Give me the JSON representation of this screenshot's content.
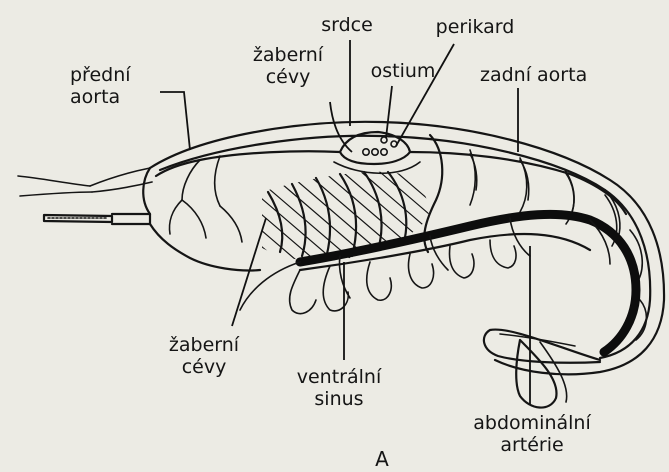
{
  "diagram": {
    "labels": {
      "srdce": "srdce",
      "perikard": "perikard",
      "zaberni_cevy_top": "žaberní\ncévy",
      "ostium": "ostium",
      "predni_aorta": "přední\naorta",
      "zadni_aorta": "zadní aorta",
      "zaberni_cevy_bottom": "žaberní\ncévy",
      "ventralni_sinus": "ventrální\nsinus",
      "abdominalni_arterie": "abdominální\nartérie",
      "panel_letter": "A"
    }
  }
}
